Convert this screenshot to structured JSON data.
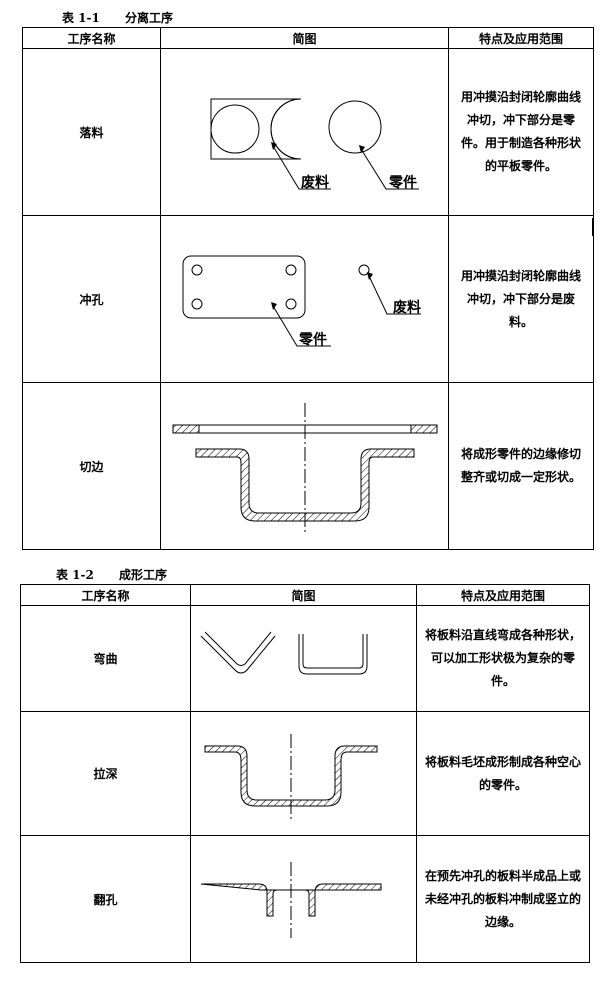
{
  "table1": {
    "caption_no": "表 1-1",
    "caption_title": "分离工序",
    "headers": [
      "工序名称",
      "简图",
      "特点及应用范围"
    ],
    "rows": [
      {
        "name": "落料",
        "labels": [
          "废料",
          "零件"
        ],
        "desc": "用冲摸沿封闭轮廓曲线冲切，冲下部分是零件。用于制造各种形状的平板零件。"
      },
      {
        "name": "冲孔",
        "labels": [
          "零件",
          "废料"
        ],
        "desc": "用冲摸沿封闭轮廓曲线冲切，冲下部分是废料。"
      },
      {
        "name": "切边",
        "desc": "将成形零件的边缘修切整齐或切成一定形状。"
      }
    ]
  },
  "table2": {
    "caption_no": "表 1-2",
    "caption_title": "成形工序",
    "headers": [
      "工序名称",
      "简图",
      "特点及应用范围"
    ],
    "rows": [
      {
        "name": "弯曲",
        "desc": "将板料沿直线弯成各种形状，可以加工形状极为复杂的零件。"
      },
      {
        "name": "拉深",
        "desc": "将板料毛坯成形制成各种空心的零件。"
      },
      {
        "name": "翻孔",
        "desc": "在预先冲孔的板料半成品上或未经冲孔的板料冲制成竖立的边缘。"
      }
    ]
  }
}
